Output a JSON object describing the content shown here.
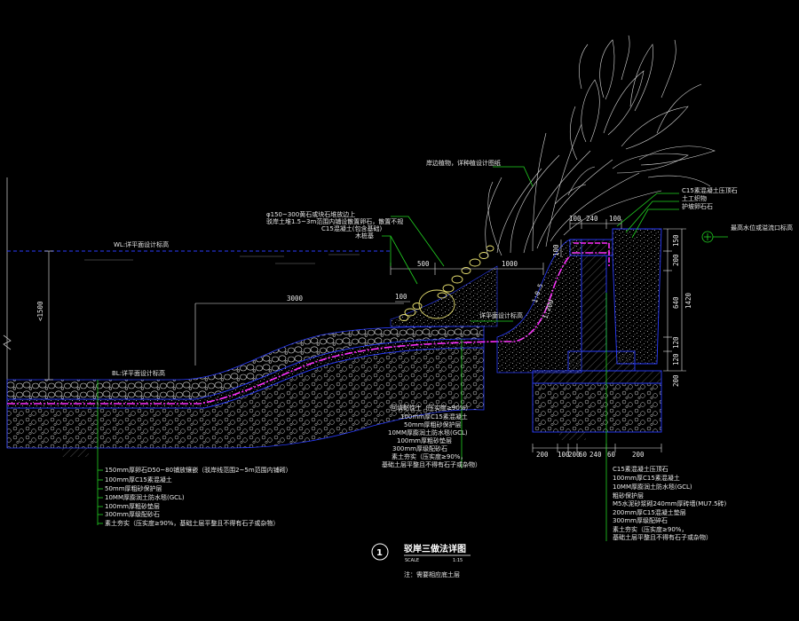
{
  "colors": {
    "background": "#000000",
    "leader_green": "#22d422",
    "membrane_magenta": "#ff2cff",
    "outline_blue": "#2a3cff",
    "boulder_yellow": "#e8e070",
    "text": "#e8e8e8"
  },
  "water_levels": {
    "wl_label": "WL:详平面设计标高",
    "bl_label": "BL:详平面设计标高",
    "depth_dim": "<1500"
  },
  "top_notes": {
    "planting_note": "岸边植物，详种植设计图纸",
    "boulder_note_1": "φ150~300黄石或块石堆放边上",
    "boulder_note_2": "驳岸土堆1.5~3m范围内铺设散置卵石，散置不规",
    "boulder_note_3": "C15混凝土(包含基础)",
    "boulder_note_4": "木桩基",
    "deck_elev": "详平面设计标高"
  },
  "right_notes": {
    "items": [
      "C15素混凝土压顶石",
      "土工织物",
      "护坡卵石石"
    ],
    "water_line_note": "最高水位或溢流口标高"
  },
  "dimensions": {
    "d500": "500",
    "d1000": "1000",
    "d3000": "3000",
    "d100a": "100",
    "d100b": "100",
    "d240": "240",
    "d100c": "100",
    "d100d": "100",
    "d150": "150",
    "d200a": "200",
    "d640": "640",
    "d1420": "1420",
    "d120a": "120",
    "d120b": "120",
    "d200b": "200",
    "slope_a": "1:0.5",
    "slope_b": "1:200",
    "bottom_dims": [
      "200",
      "100",
      "200",
      "60",
      "240",
      "60",
      "200"
    ]
  },
  "left_layers": {
    "items": [
      "150mm厚卵石D50~80铺放镶嵌（驳岸线范围2~5m范围内铺砌）",
      "100mm厚C15素混凝土",
      "50mm厚粗砂保护层",
      "10MM厚膨润土防水毯(GCL)",
      "100mm厚粗砂垫层",
      "300mm厚级配砂石",
      "素土夯实（压实度≥90%，基础土层平整且不得有石子或杂物）"
    ]
  },
  "center_layers": {
    "items": [
      "回填黏性土（压实度≥90%）",
      "100mm厚C15素混凝土",
      "50mm厚粗砂保护层",
      "10MM厚膨润土防水毯(GCL)",
      "100mm厚粗砂垫层",
      "300mm厚级配砂石",
      "素土夯实（压实度≥90%，",
      "基础土层平整且不得有石子或杂物）"
    ]
  },
  "right_layers": {
    "items": [
      "C15素混凝土压顶石",
      "100mm厚C15素混凝土",
      "10MM厚膨润土防水毯(GCL)",
      "粗砂保护层",
      "M5水泥砂浆砌240mm厚砖墙(MU7.5砖)",
      "200mm厚C15混凝土垫层",
      "300mm厚级配碎石",
      "素土夯实（压实度≥90%，",
      "基础土层平整且不得有石子或杂物）"
    ]
  },
  "title": {
    "number": "1",
    "text": "驳岸三做法详图",
    "scale_label": "SCALE",
    "scale_value": "1:15",
    "note": "注：需要相应底土层"
  }
}
